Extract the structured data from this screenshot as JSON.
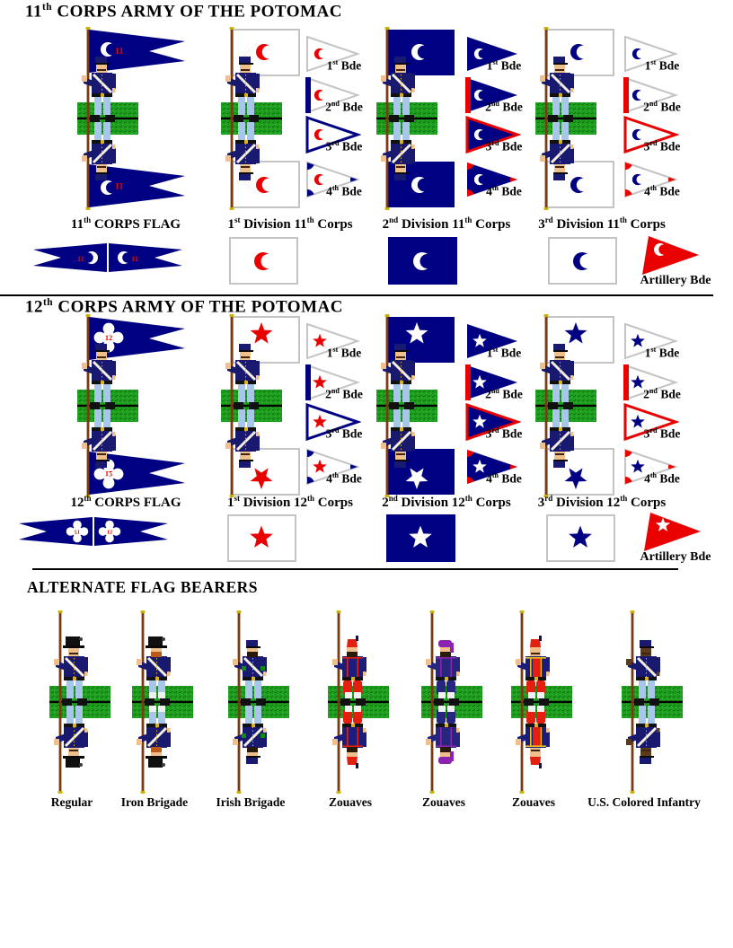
{
  "palette": {
    "navy": "#000082",
    "red": "#e90000",
    "white": "#ffffff",
    "gray": "#c4c4c4",
    "pole": "#7a3a12",
    "pole_tip": "#c8b400",
    "grass": "#1f9e1f",
    "grass_dark": "#0c6e0c",
    "grass_light": "#3cc43c",
    "strap": "#f5f0dc",
    "buckle": "#d8b020"
  },
  "default_uniform": {
    "hat": "kepi",
    "hatColor": "#191970",
    "coat": "#191970",
    "trousers": "#a8c6e8",
    "skin": "#f0c08c"
  },
  "bde_labels": [
    [
      [
        "t",
        "1"
      ],
      [
        "s",
        "st"
      ],
      [
        "t",
        " Bde"
      ]
    ],
    [
      [
        "t",
        "2"
      ],
      [
        "s",
        "nd"
      ],
      [
        "t",
        " Bde"
      ]
    ],
    [
      [
        "t",
        "3"
      ],
      [
        "s",
        "rd"
      ],
      [
        "t",
        " Bde"
      ]
    ],
    [
      [
        "t",
        "4"
      ],
      [
        "s",
        "th"
      ],
      [
        "t",
        " Bde"
      ]
    ]
  ],
  "sections": [
    {
      "heading": [
        [
          "t",
          "11"
        ],
        [
          "s",
          "th"
        ],
        [
          "t",
          " CORPS ARMY OF THE POTOMAC"
        ]
      ],
      "units": [
        {
          "kind": "corps",
          "caption": [
            [
              "t",
              "11"
            ],
            [
              "s",
              "th"
            ],
            [
              "t",
              " CORPS FLAG"
            ]
          ],
          "flag": {
            "shape": "swallowtail",
            "field": "navy",
            "emblem": "crescent",
            "emblemColor": "white",
            "num": "11",
            "numColor": "red"
          }
        },
        {
          "kind": "division",
          "caption": [
            [
              "t",
              "1"
            ],
            [
              "s",
              "st"
            ],
            [
              "t",
              " Division 11"
            ],
            [
              "s",
              "th"
            ],
            [
              "t",
              " Corps"
            ]
          ],
          "flag": {
            "shape": "rect",
            "field": "white",
            "border": true,
            "emblem": "crescent",
            "emblemColor": "red"
          },
          "pennant_base": {
            "field": "white",
            "outline": true,
            "emblem": "crescent",
            "emblemColor": "red",
            "accentColor": "navy"
          }
        },
        {
          "kind": "division",
          "caption": [
            [
              "t",
              "2"
            ],
            [
              "s",
              "nd"
            ],
            [
              "t",
              " Division 11"
            ],
            [
              "s",
              "th"
            ],
            [
              "t",
              " Corps"
            ]
          ],
          "flag": {
            "shape": "rect",
            "field": "navy",
            "border": false,
            "emblem": "crescent",
            "emblemColor": "white"
          },
          "pennant_base": {
            "field": "navy",
            "outline": false,
            "emblem": "crescent",
            "emblemColor": "white",
            "accentColor": "red"
          }
        },
        {
          "kind": "division",
          "caption": [
            [
              "t",
              "3"
            ],
            [
              "s",
              "rd"
            ],
            [
              "t",
              " Division 11"
            ],
            [
              "s",
              "th"
            ],
            [
              "t",
              " Corps"
            ]
          ],
          "flag": {
            "shape": "rect",
            "field": "white",
            "border": true,
            "emblem": "crescent",
            "emblemColor": "navy"
          },
          "pennant_base": {
            "field": "white",
            "outline": true,
            "emblem": "crescent",
            "emblemColor": "navy",
            "accentColor": "red"
          }
        }
      ],
      "bottom": {
        "double": {
          "emblem": "crescent",
          "emblemColor": "white",
          "num": "11",
          "numColor": "red"
        },
        "flags": [
          {
            "field": "white",
            "border": true,
            "emblem": "crescent",
            "emblemColor": "red"
          },
          {
            "field": "navy",
            "border": false,
            "emblem": "crescent",
            "emblemColor": "white"
          },
          {
            "field": "white",
            "border": true,
            "emblem": "crescent",
            "emblemColor": "navy"
          }
        ],
        "artillery_emblem": "crescent",
        "artillery_label": "Artillery Bde"
      }
    },
    {
      "heading": [
        [
          "t",
          "12"
        ],
        [
          "s",
          "th"
        ],
        [
          "t",
          " CORPS ARMY OF THE POTOMAC"
        ]
      ],
      "units": [
        {
          "kind": "corps",
          "caption": [
            [
              "t",
              "12"
            ],
            [
              "s",
              "th"
            ],
            [
              "t",
              " CORPS FLAG"
            ]
          ],
          "flag": {
            "shape": "swallowtail",
            "field": "navy",
            "emblem": "quatrefoil",
            "emblemColor": "white",
            "num": "12",
            "numColor": "red"
          }
        },
        {
          "kind": "division",
          "caption": [
            [
              "t",
              "1"
            ],
            [
              "s",
              "st"
            ],
            [
              "t",
              " Division 12"
            ],
            [
              "s",
              "th"
            ],
            [
              "t",
              " Corps"
            ]
          ],
          "flag": {
            "shape": "rect",
            "field": "white",
            "border": true,
            "emblem": "star",
            "emblemColor": "red"
          },
          "pennant_base": {
            "field": "white",
            "outline": true,
            "emblem": "star",
            "emblemColor": "red",
            "accentColor": "navy"
          }
        },
        {
          "kind": "division",
          "caption": [
            [
              "t",
              "2"
            ],
            [
              "s",
              "nd"
            ],
            [
              "t",
              " Division 12"
            ],
            [
              "s",
              "th"
            ],
            [
              "t",
              " Corps"
            ]
          ],
          "flag": {
            "shape": "rect",
            "field": "navy",
            "border": false,
            "emblem": "star",
            "emblemColor": "white"
          },
          "pennant_base": {
            "field": "navy",
            "outline": false,
            "emblem": "star",
            "emblemColor": "white",
            "accentColor": "red"
          }
        },
        {
          "kind": "division",
          "caption": [
            [
              "t",
              "3"
            ],
            [
              "s",
              "rd"
            ],
            [
              "t",
              " Division 12"
            ],
            [
              "s",
              "th"
            ],
            [
              "t",
              " Corps"
            ]
          ],
          "flag": {
            "shape": "rect",
            "field": "white",
            "border": true,
            "emblem": "star",
            "emblemColor": "navy"
          },
          "pennant_base": {
            "field": "white",
            "outline": true,
            "emblem": "star",
            "emblemColor": "navy",
            "accentColor": "red"
          }
        }
      ],
      "bottom": {
        "double": {
          "emblem": "quatrefoil",
          "emblemColor": "white",
          "num": "12",
          "numColor": "red"
        },
        "flags": [
          {
            "field": "white",
            "border": true,
            "emblem": "star",
            "emblemColor": "red"
          },
          {
            "field": "navy",
            "border": false,
            "emblem": "star",
            "emblemColor": "white"
          },
          {
            "field": "white",
            "border": true,
            "emblem": "star",
            "emblemColor": "navy"
          }
        ],
        "artillery_emblem": "star",
        "artillery_label": "Artillery Bde"
      }
    },
    {
      "heading": [
        [
          "t",
          "ALTERNATE FLAG BEARERS"
        ]
      ],
      "bearers": [
        {
          "caption": "Regular",
          "uniform": {
            "hat": "hardee",
            "hatColor": "#101010",
            "coat": "#191970",
            "trousers": "#a8c6e8",
            "skin": "#f0c08c"
          }
        },
        {
          "caption": "Iron Brigade",
          "uniform": {
            "hat": "hardee",
            "hatColor": "#101010",
            "coat": "#191970",
            "trousers": "#a8c6e8",
            "skin": "#f0c08c",
            "beard": "#b85c1e",
            "gaiters": "#f0f0f0"
          }
        },
        {
          "caption": "Irish Brigade",
          "uniform": {
            "hat": "kepi",
            "hatColor": "#191970",
            "coat": "#191970",
            "trousers": "#a8c6e8",
            "skin": "#f0c08c",
            "beard": "#2a1a0a",
            "accent": "#0e8a0e"
          }
        },
        {
          "caption": "Zouaves",
          "uniform": {
            "hat": "fez",
            "hatColor": "#e32010",
            "coat": "#1c1c7a",
            "trousers": "#e32010",
            "skin": "#f0c08c",
            "beard": "#2a1a0a",
            "trim": "#e32010",
            "baggy": true,
            "gaiters": "#f0f0f0"
          }
        },
        {
          "caption": "Zouaves",
          "uniform": {
            "hat": "turban",
            "hatColor": "#8a24b0",
            "coat": "#26267e",
            "trousers": "#26267e",
            "skin": "#f0c08c",
            "beard": "#2a1a0a",
            "trim": "#8a24b0",
            "baggy": true,
            "gaiters": "#f0f0f0"
          }
        },
        {
          "caption": "Zouaves",
          "uniform": {
            "hat": "fez",
            "hatColor": "#e32010",
            "coat": "#1c1c7a",
            "trousers": "#e32010",
            "skin": "#f0c08c",
            "trim": "#e8c020",
            "vest": "#e32010",
            "baggy": true,
            "gaiters": "#f0f0f0"
          }
        },
        {
          "caption": "U.S. Colored Infantry",
          "uniform": {
            "hat": "kepi",
            "hatColor": "#191970",
            "coat": "#191970",
            "trousers": "#a8c6e8",
            "skin": "#5c3a1c"
          }
        }
      ]
    }
  ]
}
